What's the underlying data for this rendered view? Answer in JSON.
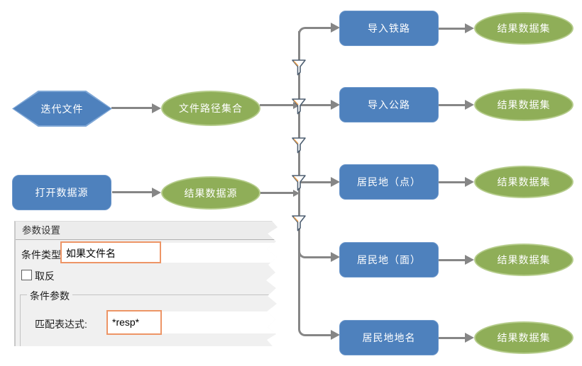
{
  "colors": {
    "node_blue": "#4e81bd",
    "node_blue_border": "#6c97cb",
    "node_green": "#8fae58",
    "node_green_border": "#b5cc8b",
    "connector_gray": "#868686",
    "highlight_orange": "#ed9566",
    "funnel_outline": "#4e5f71",
    "funnel_accent": "#e9a254",
    "panel_bg": "#f0f0f0"
  },
  "diagram": {
    "iterator": {
      "label": "迭代文件"
    },
    "file_paths": {
      "label": "文件路径集合"
    },
    "open_datasource": {
      "label": "打开数据源"
    },
    "result_datasource": {
      "label": "结果数据源"
    },
    "branches": [
      {
        "tool": "导入铁路",
        "result": "结果数据集"
      },
      {
        "tool": "导入公路",
        "result": "结果数据集"
      },
      {
        "tool": "居民地（点）",
        "result": "结果数据集"
      },
      {
        "tool": "居民地（面）",
        "result": "结果数据集"
      },
      {
        "tool": "居民地地名",
        "result": "结果数据集"
      }
    ]
  },
  "panel": {
    "title": "参数设置",
    "condition_type_label": "条件类型:",
    "condition_type_value": "如果文件名",
    "negate_label": "取反",
    "negate_checked": false,
    "group_title": "条件参数",
    "expression_label": "匹配表达式:",
    "expression_value": "*resp*"
  }
}
